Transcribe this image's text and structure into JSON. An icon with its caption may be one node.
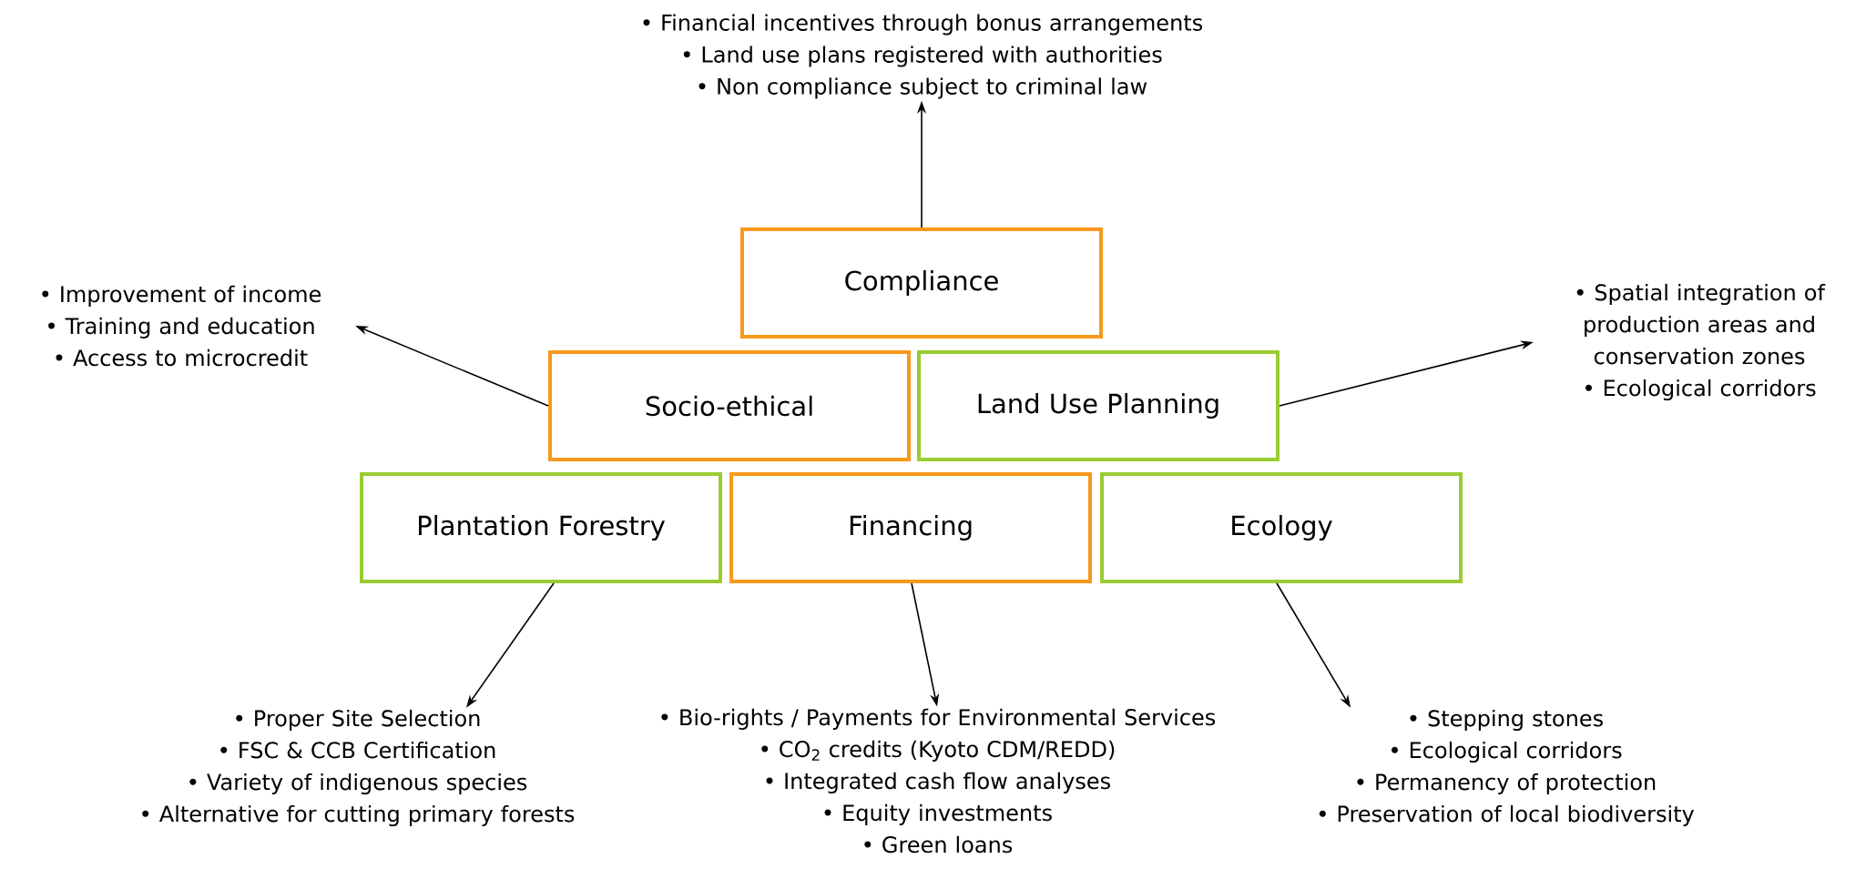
{
  "diagram": {
    "nodes": [
      {
        "text": [
          "• Financial incentives through bonus arrangements",
          "• Land use plans registered with authorities",
          "• Non compliance subject to criminal law"
        ]
      },
      {
        "text": [
          "Compliance"
        ]
      },
      {
        "text": [
          "• Improvement of income",
          "• Training and education",
          "• Access to microcredit"
        ]
      },
      {
        "text": [
          "Socio-ethical"
        ]
      },
      {
        "text": [
          "Land Use Planning"
        ]
      },
      {
        "text": [
          "• Spatial integration of production areas and conservation zones",
          "• Ecological corridors"
        ]
      },
      {
        "text": [
          "Plantation Forestry"
        ]
      },
      {
        "text": [
          "Financing"
        ]
      },
      {
        "text": [
          "Ecology"
        ]
      },
      {
        "text": [
          "• Proper Site Selection",
          "• FSC & CCB Certification",
          "• Variety of indigenous species",
          "• Alternative for cutting primary forests"
        ]
      },
      {
        "text": [
          "• Bio-rights / Payments for Environmental Services",
          "• CO$_{2}$ credits (Kyoto CDM/REDD)",
          "• Integrated cash flow analyses",
          "• Equity investments",
          "• Green loans"
        ]
      },
      {
        "text": [
          "• Stepping stones",
          "• Ecological corridors",
          "• Permanency of protection",
          "• Preservation of local biodiversity"
        ]
      }
    ],
    "edges": [
      {
        "from": 1,
        "to": 0,
        "arrow": "to"
      },
      {
        "from": 3,
        "to": 2,
        "arrow": "to"
      },
      {
        "from": 4,
        "to": 5,
        "arrow": "to"
      },
      {
        "from": 6,
        "to": 9,
        "arrow": "to"
      },
      {
        "from": 7,
        "to": 10,
        "arrow": "to"
      },
      {
        "from": 8,
        "to": 11,
        "arrow": "to"
      }
    ]
  }
}
